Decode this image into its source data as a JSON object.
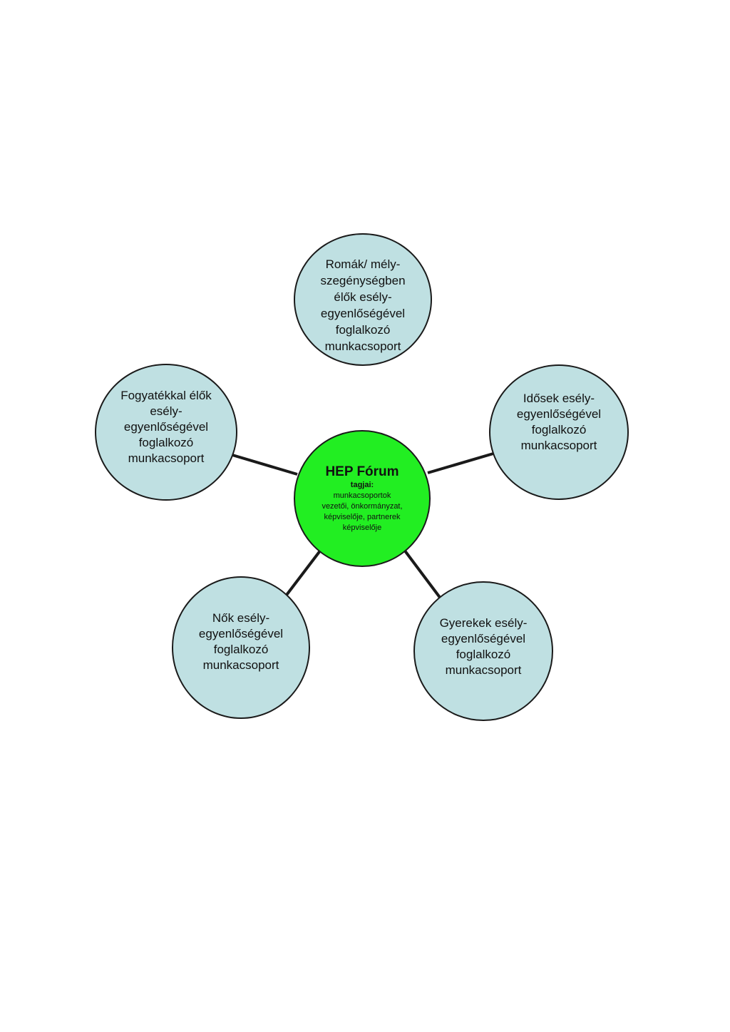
{
  "diagram": {
    "hub": {
      "title": "HEP Fórum",
      "subtitle": "tagjai:",
      "description": "munkacsoportok\nvezetői, önkormányzat,\nképviselője, partnerek\nképviselője"
    },
    "groups": {
      "roma": "Romák/ mély-\nszegénységben\nélők esély-\negyenlőségével\nfoglalkozó\nmunkacsoport",
      "disabled": "Fogyatékkal élők\nesély-\negyenlőségével\nfoglalkozó\nmunkacsoport",
      "elderly": "Idősek esély-\negyenlőségével\nfoglalkozó\nmunkacsoport",
      "women": "Nők esély-\negyenlőségével\nfoglalkozó\nmunkacsoport",
      "children": "Gyerekek esély-\negyenlőségével\nfoglalkozó\nmunkacsoport"
    },
    "colors": {
      "hub_fill": "#22ee22",
      "group_fill": "#bfe0e2",
      "outline": "#1a1a1a"
    }
  }
}
